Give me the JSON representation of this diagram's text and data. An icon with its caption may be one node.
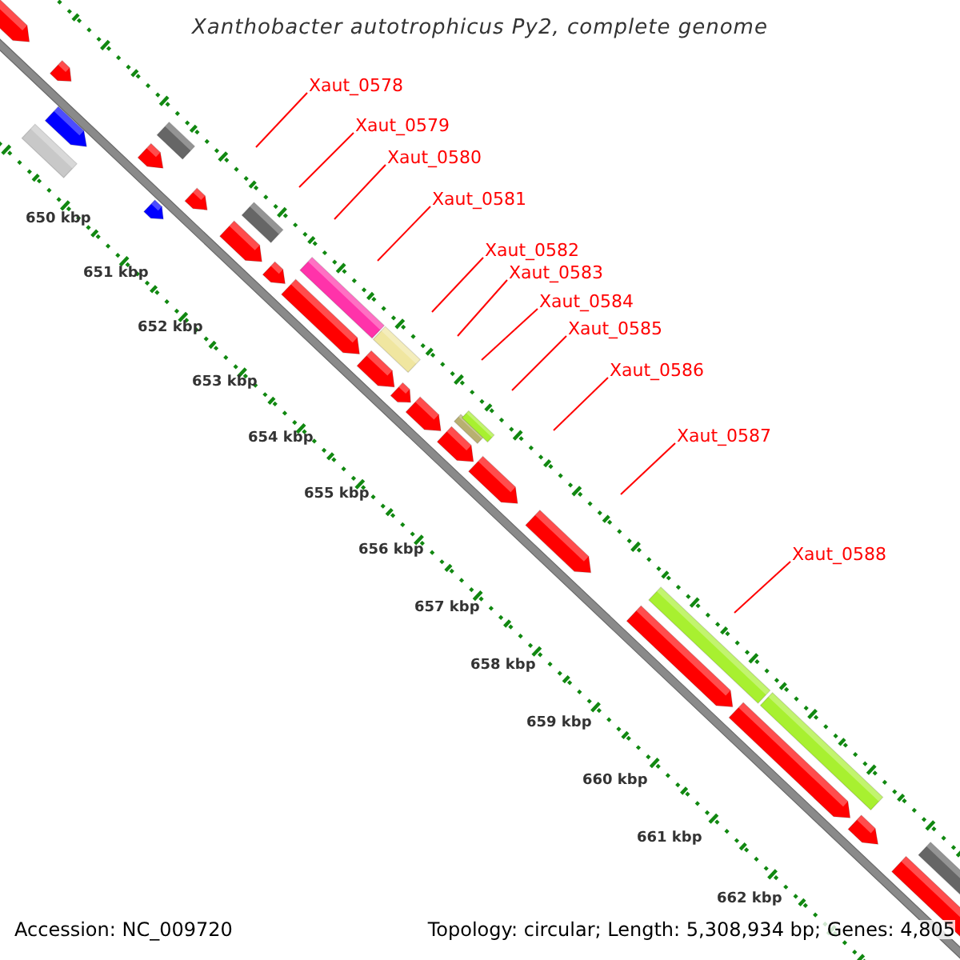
{
  "diagram": {
    "title": "Xanthobacter autotrophicus Py2, complete genome",
    "nodes": [
      {
        "text": [
          "Xaut_0578"
        ]
      },
      {
        "text": [
          "Xaut_0579"
        ]
      },
      {
        "text": [
          "Xaut_0580"
        ]
      },
      {
        "text": [
          "Xaut_0581"
        ]
      },
      {
        "text": [
          "Xaut_0582"
        ]
      },
      {
        "text": [
          "Xaut_0583"
        ]
      },
      {
        "text": [
          "Xaut_0584"
        ]
      },
      {
        "text": [
          "Xaut_0585"
        ]
      },
      {
        "text": [
          "Xaut_0586"
        ]
      },
      {
        "text": [
          "Xaut_0587"
        ]
      },
      {
        "text": [
          "Xaut_0588"
        ]
      }
    ],
    "edges": [
      {
        "from": 0,
        "to": null,
        "arrow": "none"
      },
      {
        "from": 1,
        "to": null,
        "arrow": "none"
      },
      {
        "from": 2,
        "to": null,
        "arrow": "none"
      },
      {
        "from": 3,
        "to": null,
        "arrow": "none"
      },
      {
        "from": 4,
        "to": null,
        "arrow": "none"
      },
      {
        "from": 5,
        "to": null,
        "arrow": "none"
      },
      {
        "from": 6,
        "to": null,
        "arrow": "none"
      },
      {
        "from": 7,
        "to": null,
        "arrow": "none"
      },
      {
        "from": 8,
        "to": null,
        "arrow": "none"
      },
      {
        "from": 9,
        "to": null,
        "arrow": "none"
      },
      {
        "from": 10,
        "to": null,
        "arrow": "none"
      }
    ],
    "labels": [
      "650 kbp",
      "651 kbp",
      "652 kbp",
      "653 kbp",
      "654 kbp",
      "655 kbp",
      "656 kbp",
      "657 kbp",
      "658 kbp",
      "659 kbp",
      "660 kbp",
      "661 kbp",
      "662 kbp",
      "Accession: NC_009720",
      "Topology: circular; Length: 5,308,934 bp; Genes: 4,805"
    ]
  }
}
